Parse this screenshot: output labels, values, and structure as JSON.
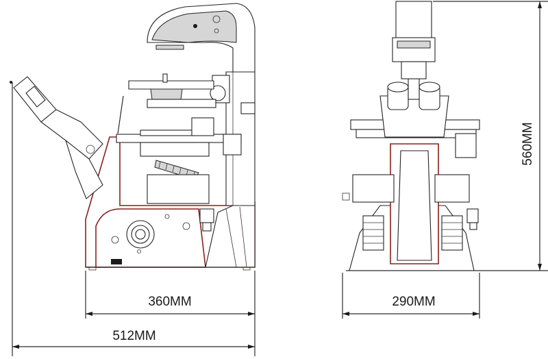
{
  "dimensions": {
    "side_inner_width": "360MM",
    "side_total_width": "512MM",
    "front_width": "290MM",
    "front_height": "560MM"
  },
  "colors": {
    "body_outline": "#8a1f1f",
    "line": "#2a2a2a"
  }
}
